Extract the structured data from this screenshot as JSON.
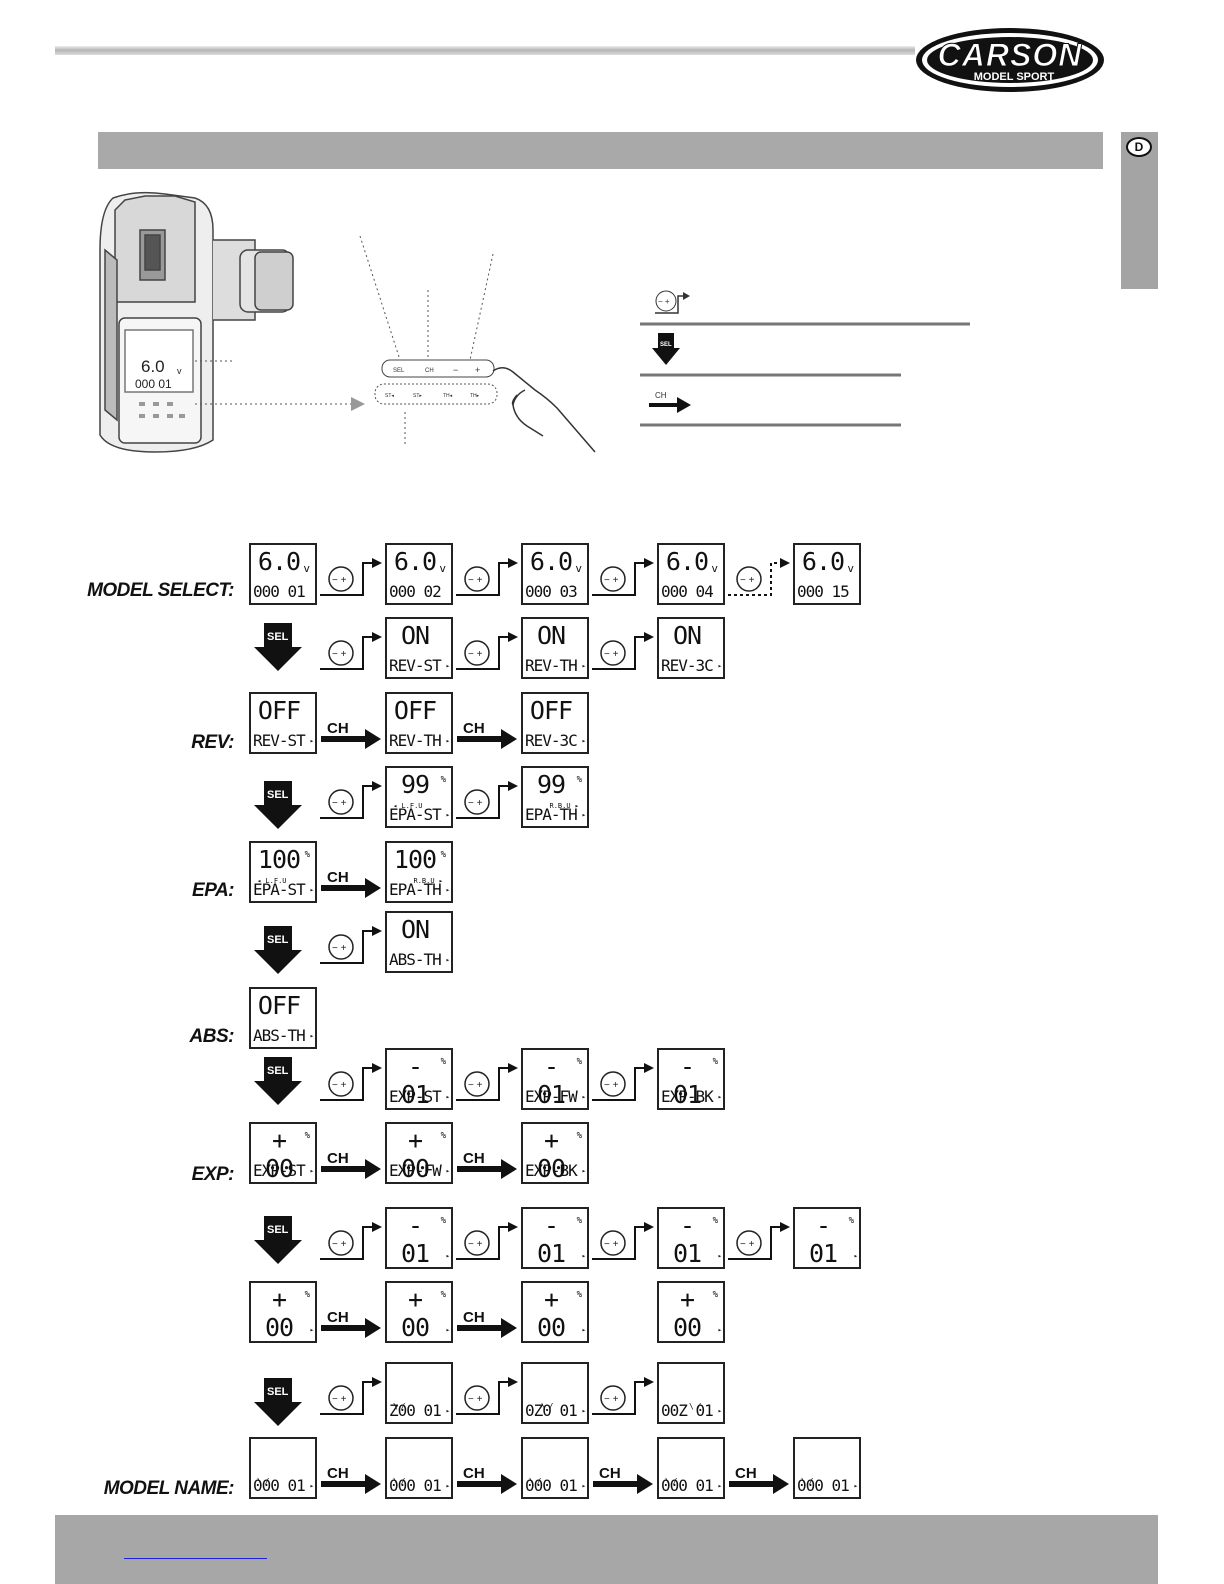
{
  "brand": {
    "name": "CARSON",
    "tagline": "MODEL SPORT"
  },
  "side_tab": {
    "language": "D"
  },
  "keys": {
    "sel": "SEL",
    "ch": "CH",
    "minus": "−",
    "plus": "+",
    "st_left": "ST◂",
    "st_right": "ST▸",
    "th_left": "TH◂",
    "th_right": "TH▸"
  },
  "transmitter": {
    "voltage": "6.0",
    "voltage_unit": "v",
    "model_number": "000 01"
  },
  "symbols": {
    "minus_plus": "− +",
    "sel": "SEL",
    "ch": "CH"
  },
  "rows": {
    "model_select": "MODEL SELECT:",
    "rev": "REV:",
    "epa": "EPA:",
    "abs": "ABS:",
    "exp": "EXP:",
    "model_name": "MODEL NAME:"
  },
  "displays": [
    {
      "big": "6.0",
      "unit": "v",
      "small": "000 01"
    },
    {
      "big": "6.0",
      "unit": "v",
      "small": "000 02"
    },
    {
      "big": "6.0",
      "unit": "v",
      "small": "000 03"
    },
    {
      "big": "6.0",
      "unit": "v",
      "small": "000 04"
    },
    {
      "big": "6.0",
      "unit": "v",
      "small": "000 15"
    },
    {
      "big": "ON",
      "small": "REV-ST"
    },
    {
      "big": "ON",
      "small": "REV-TH"
    },
    {
      "big": "ON",
      "small": "REV-3C"
    },
    {
      "big": "OFF",
      "small": "REV-ST"
    },
    {
      "big": "OFF",
      "small": "REV-TH"
    },
    {
      "big": "OFF",
      "small": "REV-3C"
    },
    {
      "big": "99",
      "unit": "%",
      "tiny": "◂ L.F.U",
      "small": "EPA-ST"
    },
    {
      "big": "99",
      "unit": "%",
      "tiny": "R.B.U ▸",
      "small": "EPA-TH"
    },
    {
      "big": "100",
      "unit": "%",
      "tiny": "◂ L.F.U",
      "small": "EPA-ST"
    },
    {
      "big": "100",
      "unit": "%",
      "tiny": "R.B.U ▸",
      "small": "EPA-TH"
    },
    {
      "big": "ON",
      "small": "ABS-TH"
    },
    {
      "big": "OFF",
      "small": "ABS-TH"
    },
    {
      "big": "- 01",
      "unit": "%",
      "small": "EXP-ST"
    },
    {
      "big": "- 01",
      "unit": "%",
      "small": "EXP-FW"
    },
    {
      "big": "- 01",
      "unit": "%",
      "small": "EXP-BK"
    },
    {
      "big": "+ 00",
      "unit": "%",
      "small": "EXP-ST"
    },
    {
      "big": "+ 00",
      "unit": "%",
      "small": "EXP-FW"
    },
    {
      "big": "+ 00",
      "unit": "%",
      "small": "EXP-BK"
    },
    {
      "big": "- 01",
      "unit": "%",
      "small": ""
    },
    {
      "big": "- 01",
      "unit": "%",
      "small": ""
    },
    {
      "big": "- 01",
      "unit": "%",
      "small": ""
    },
    {
      "big": "- 01",
      "unit": "%",
      "small": ""
    },
    {
      "big": "+ 00",
      "unit": "%",
      "small": ""
    },
    {
      "big": "+ 00",
      "unit": "%",
      "small": ""
    },
    {
      "big": "+ 00",
      "unit": "%",
      "small": ""
    },
    {
      "big": "+ 00",
      "unit": "%",
      "small": ""
    },
    {
      "big": "",
      "small": "Z00 01"
    },
    {
      "big": "",
      "small": "0Z0 01"
    },
    {
      "big": "",
      "small": "00Z 01"
    },
    {
      "big": "",
      "small": "000 01"
    },
    {
      "big": "",
      "small": "000 01"
    },
    {
      "big": "",
      "small": "000 01"
    },
    {
      "big": "",
      "small": "000 01"
    },
    {
      "big": "",
      "small": "000 01"
    }
  ]
}
